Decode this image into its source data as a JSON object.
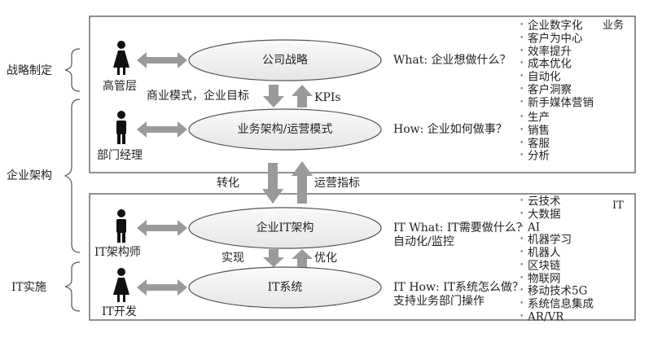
{
  "left_labels": {
    "strategy": "战略制定",
    "enterprise_arch": "企业架构",
    "it_impl": "IT实施"
  },
  "roles": {
    "executive": "高管层",
    "dept_manager": "部门经理",
    "it_architect": "IT架构师",
    "it_developer": "IT开发"
  },
  "ellipses": {
    "company_strategy": "公司战略",
    "business_arch": "业务架构/运营模式",
    "enterprise_it_arch": "企业IT架构",
    "it_system": "IT系统"
  },
  "arrow_labels": {
    "business_goals": "商业模式，企业目标",
    "kpis": "KPIs",
    "transform": "转化",
    "ops_metrics": "运营指标",
    "implement": "实现",
    "optimize": "优化"
  },
  "questions": {
    "what": "What: 企业想做什么？",
    "how": "How: 企业如何做事？",
    "it_what": "IT What: IT需要做什么？",
    "it_what_sub": "自动化/监控",
    "it_how": "IT How: IT系统怎么做？",
    "it_how_sub": "支持业务部门操作"
  },
  "corner_labels": {
    "business": "业务",
    "it": "IT"
  },
  "lists": {
    "business_trends": [
      "企业数字化",
      "客户为中心",
      "效率提升",
      "成本优化",
      "自动化",
      "客户洞察",
      "新手媒体营销"
    ],
    "business_functions": [
      "生产",
      "销售",
      "客服",
      "分析"
    ],
    "it_tech": [
      "云技术",
      "大数据",
      "AI",
      "机器学习",
      "机器人",
      "区块链",
      "物联网",
      "移动技术5G",
      "系统信息集成",
      "AR/VR"
    ]
  },
  "colors": {
    "ellipse_fill": "#f1f1f1",
    "arrow_fill": "#9a9a9a",
    "line": "#555555",
    "bullet": "#888888"
  }
}
